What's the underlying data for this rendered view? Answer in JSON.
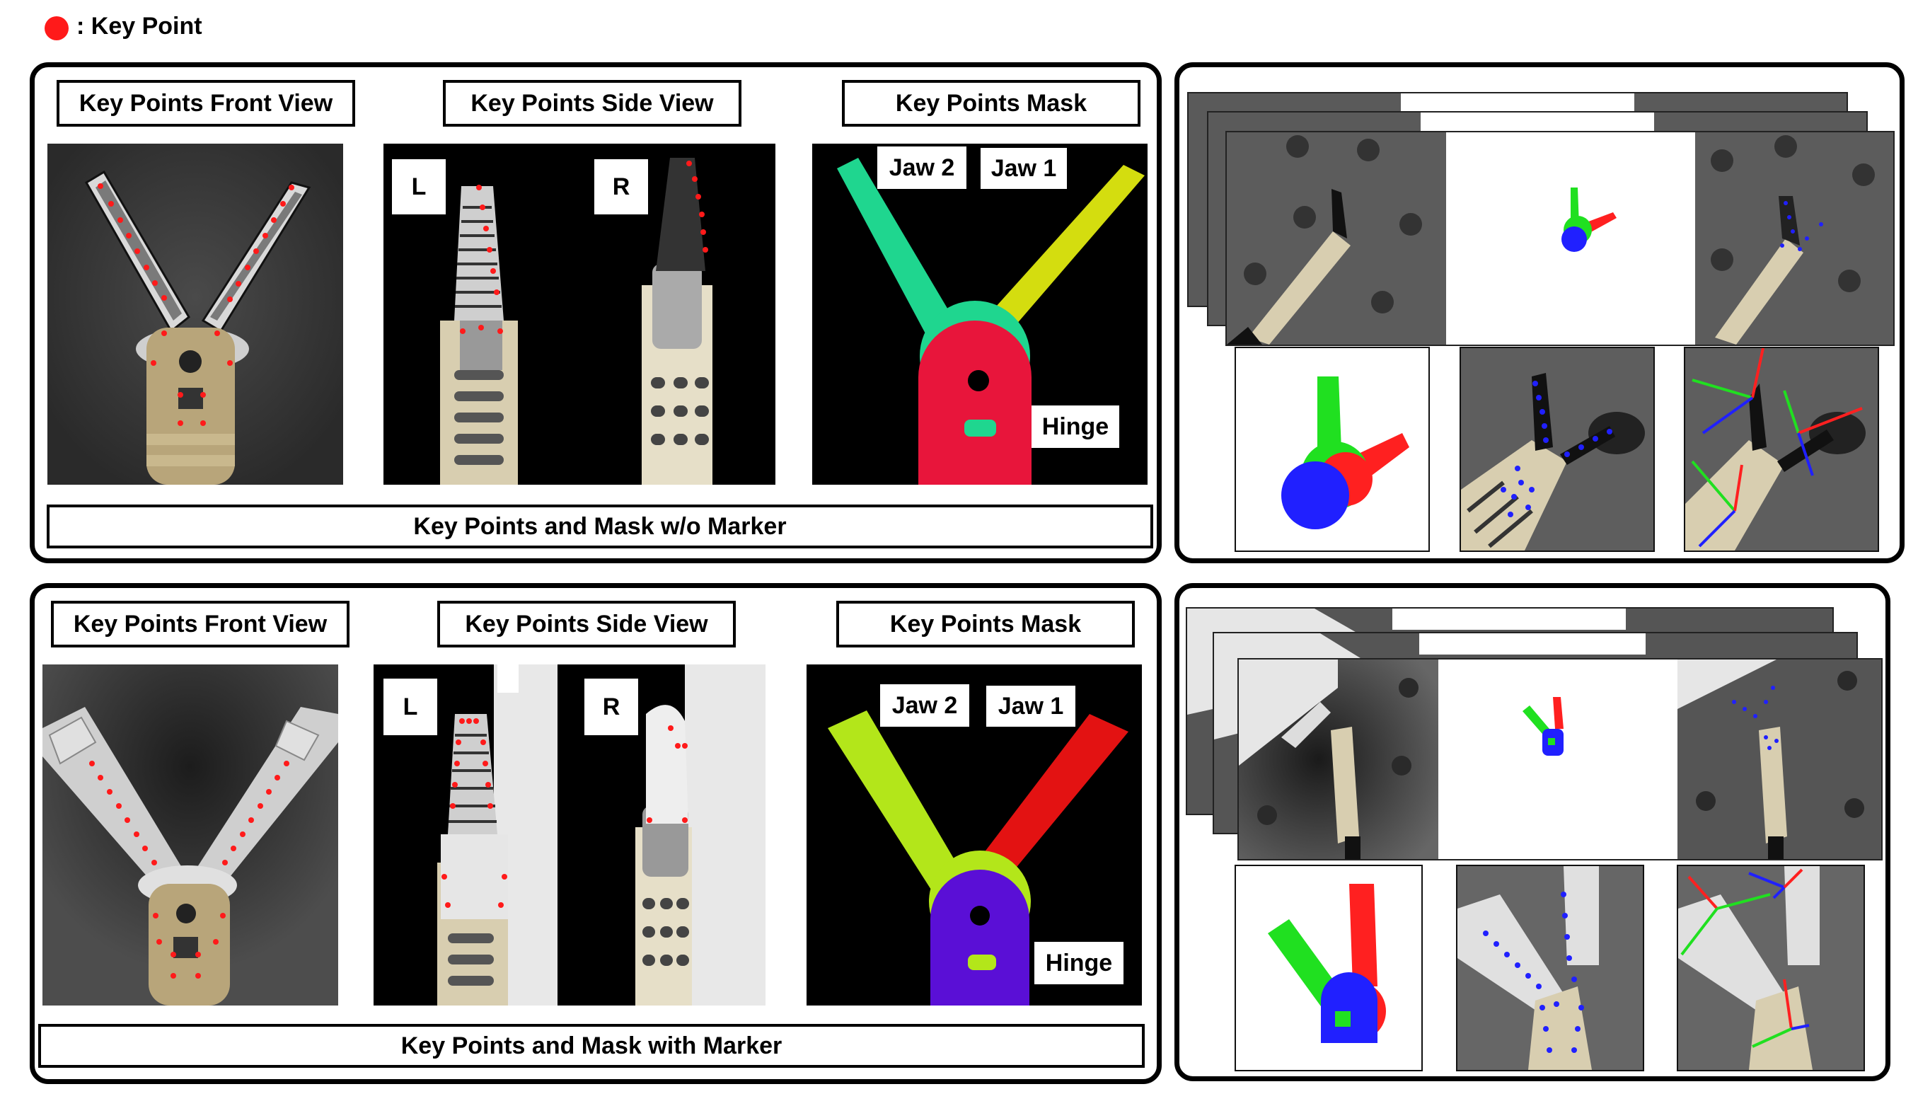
{
  "legend": {
    "text": ": Key Point",
    "marker_color": "#ff1a1a"
  },
  "top": {
    "front_view_label": "Key Points Front  View",
    "side_view_label": "Key Points Side  View",
    "mask_label": "Key Points Mask",
    "side_left_tag": "L",
    "side_right_tag": "R",
    "mask_jaw2_tag": "Jaw 2",
    "mask_jaw1_tag": "Jaw 1",
    "mask_hinge_tag": "Hinge",
    "caption": "Key Points and Mask w/o Marker"
  },
  "bottom": {
    "front_view_label": "Key Points Front  View",
    "side_view_label": "Key Points Side  View",
    "mask_label": "Key Points Mask",
    "side_left_tag": "L",
    "side_right_tag": "R",
    "mask_jaw2_tag": "Jaw 2",
    "mask_jaw1_tag": "Jaw 1",
    "mask_hinge_tag": "Hinge",
    "caption": "Key Points and Mask with Marker"
  },
  "colors": {
    "mask_top_jaw2": "#1fd68f",
    "mask_top_jaw1": "#d4dd0f",
    "mask_top_hinge": "#e8153b",
    "mask_bottom_jaw2": "#b3e61a",
    "mask_bottom_jaw1": "#e31212",
    "mask_bottom_hinge": "#5a0fd6",
    "axis_red": "#ff2020",
    "axis_green": "#20e020",
    "axis_blue": "#2020ff"
  }
}
